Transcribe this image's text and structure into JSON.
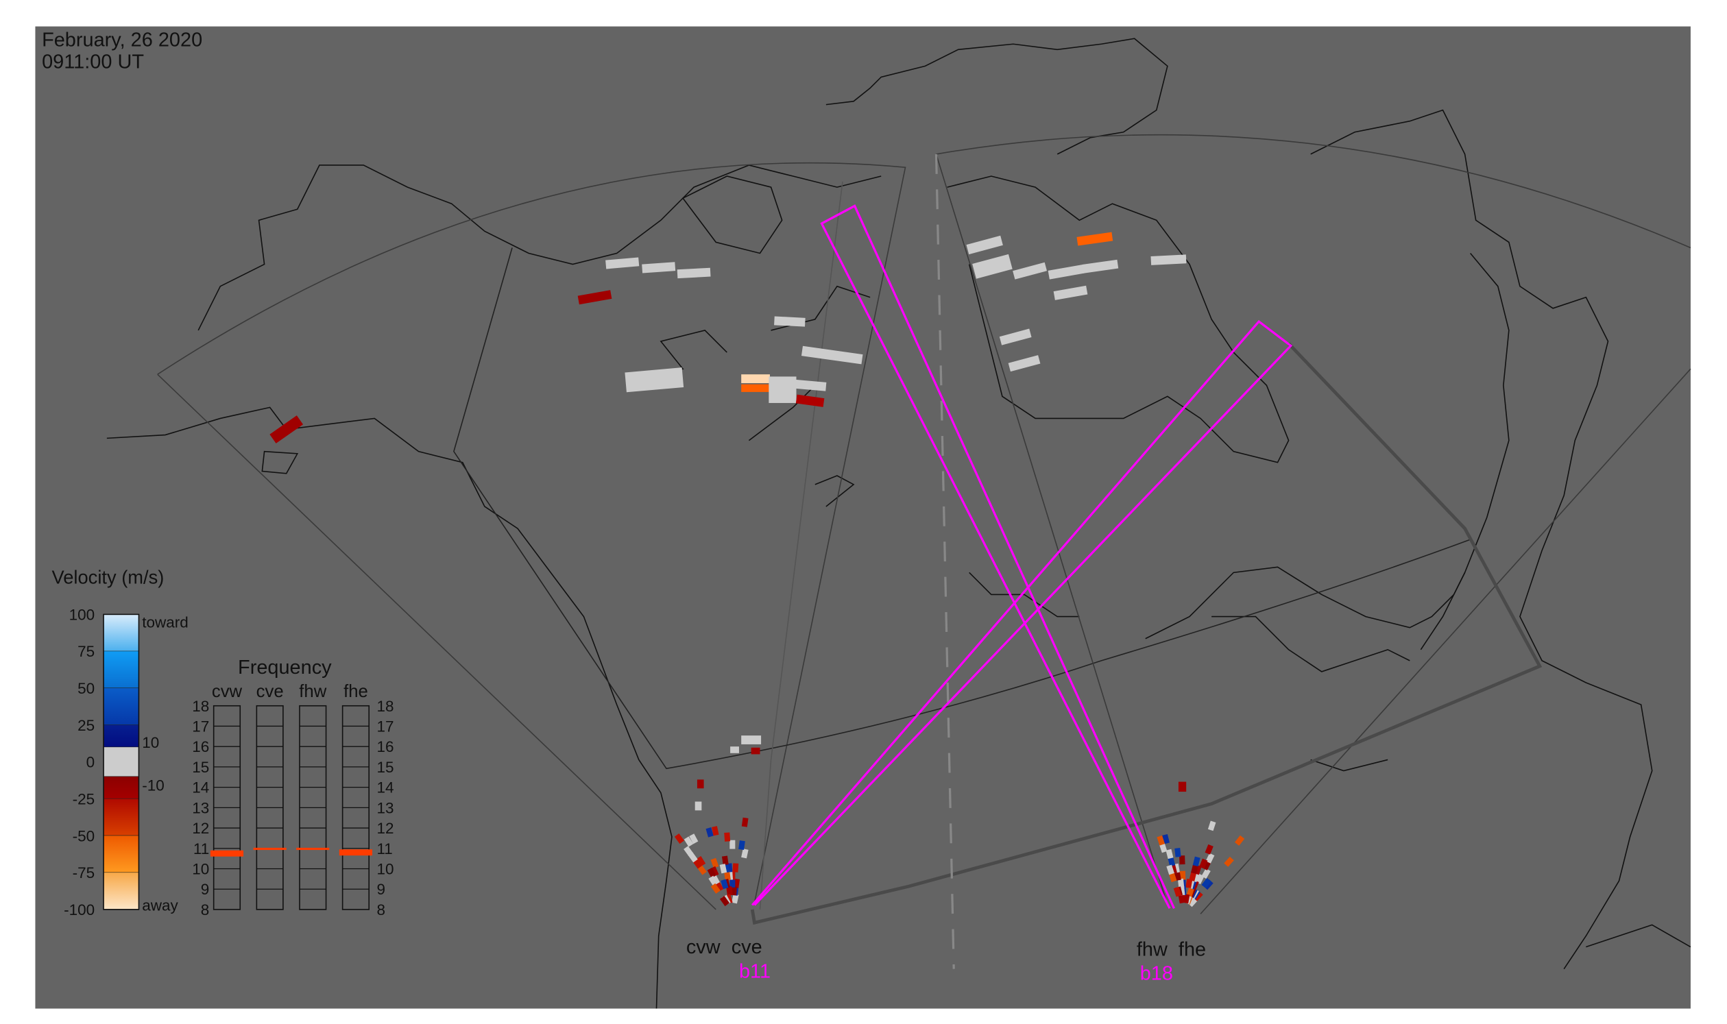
{
  "header": {
    "date": "February, 26 2020",
    "time": "0911:00 UT"
  },
  "colors": {
    "background": "#646464",
    "land_outline": "#111111",
    "beam": "#ff00ff",
    "fov": "#444444",
    "frame": "#ffffff"
  },
  "legend": {
    "title": "Velocity (m/s)",
    "ticks": [
      "100",
      "75",
      "50",
      "25",
      "0",
      "-25",
      "-50",
      "-75",
      "-100"
    ],
    "toward_label": "toward",
    "away_label": "away",
    "inner_ticks": [
      "10",
      "-10"
    ],
    "scale_segments": [
      {
        "from": 100,
        "to": 75,
        "top": "#d8ecfb",
        "bottom": "#4bb0ee"
      },
      {
        "from": 75,
        "to": 50,
        "top": "#109cf4",
        "bottom": "#0a6fd0"
      },
      {
        "from": 50,
        "to": 25,
        "top": "#0a5cc8",
        "bottom": "#0638a8"
      },
      {
        "from": 25,
        "to": 10,
        "top": "#061f90",
        "bottom": "#030c80"
      },
      {
        "from": 10,
        "to": -10,
        "top": "#cccccc",
        "bottom": "#cccccc"
      },
      {
        "from": -10,
        "to": -25,
        "top": "#8c0000",
        "bottom": "#a50000"
      },
      {
        "from": -25,
        "to": -50,
        "top": "#b00a00",
        "bottom": "#d84000"
      },
      {
        "from": -50,
        "to": -75,
        "top": "#ee5a00",
        "bottom": "#ff9a20"
      },
      {
        "from": -75,
        "to": -100,
        "top": "#f7a848",
        "bottom": "#fde6c8"
      }
    ]
  },
  "frequency": {
    "title": "Frequency",
    "radars": [
      "cvw",
      "cve",
      "fhw",
      "fhe"
    ],
    "ticks": [
      "18",
      "17",
      "16",
      "15",
      "14",
      "13",
      "12",
      "11",
      "10",
      "9",
      "8"
    ],
    "range_mhz": [
      8,
      18
    ],
    "marks": [
      {
        "radar": "cvw",
        "low": 10.6,
        "high": 10.9,
        "color": "#ff3c00"
      },
      {
        "radar": "cve",
        "low": 10.97,
        "high": 11.03,
        "color": "#ff3c00"
      },
      {
        "radar": "fhw",
        "low": 10.97,
        "high": 11.03,
        "color": "#ff3c00"
      },
      {
        "radar": "fhe",
        "low": 10.65,
        "high": 10.95,
        "color": "#ff3c00"
      }
    ]
  },
  "sites": [
    {
      "labels": "cvw  cve",
      "beam": "b11"
    },
    {
      "labels": "fhw  fhe",
      "beam": "b18"
    }
  ]
}
